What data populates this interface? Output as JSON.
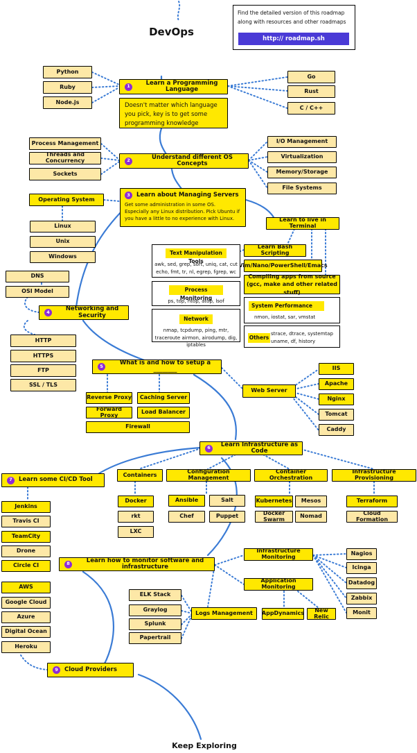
{
  "title": "DevOps",
  "footer": "Keep Exploring",
  "promo": {
    "text": "Find the detailed version of this roadmap along with resources and other roadmaps",
    "link": "http:// roadmap.sh"
  },
  "steps": [
    {
      "num": "1",
      "label": "Learn a Programming Language",
      "desc": "Doesn't matter which language you pick, key is to get some programming knowledge"
    },
    {
      "num": "2",
      "label": "Understand different OS Concepts"
    },
    {
      "num": "3",
      "label": "Learn about Managing Servers",
      "desc": "Get some administration in some OS. Especially any Linux distribution. Pick Ubuntu if you have a little to no experience with Linux."
    },
    {
      "num": "4",
      "label": "Networking and Security"
    },
    {
      "num": "5",
      "label": "What is and how to setup a ________"
    },
    {
      "num": "6",
      "label": "Learn Infrastructure as Code"
    },
    {
      "num": "7",
      "label": "Learn some CI/CD Tool"
    },
    {
      "num": "8",
      "label": "Learn how to monitor software and infrastructure"
    },
    {
      "num": "9",
      "label": "Cloud Providers"
    }
  ],
  "languages_left": [
    "Python",
    "Ruby",
    "Node.js"
  ],
  "languages_right": [
    "Go",
    "Rust",
    "C / C++"
  ],
  "os_left": [
    "Process Management",
    "Threads and Concurrency",
    "Sockets"
  ],
  "os_right": [
    "I/O Management",
    "Virtualization",
    "Memory/Storage",
    "File Systems"
  ],
  "os_systems": {
    "heading": "Operating System",
    "items": [
      "Linux",
      "Unix",
      "Windows"
    ]
  },
  "terminal": {
    "heading": "Learn to live in Terminal",
    "bash": "Learn Bash Scripting",
    "editors": "Vim/Nano/PowerShell/Emacs",
    "compile": "Compiling apps from source (gcc, make and other related stuff)",
    "text_tools": {
      "heading": "Text Manipulation Tools",
      "text": "awk, sed, grep, sort, uniq, cat, cut echo, fmt, tr, nl, egrep, fgrep, wc"
    },
    "process": {
      "heading": "Process Monitoring",
      "text": "ps, top, htop, atop, lsof"
    },
    "network": {
      "heading": "Network",
      "text": "nmap, tcpdump, ping, mtr, traceroute airmon, airodump, dig, iptables"
    },
    "perf": {
      "heading": "System Performance",
      "text": "nmon, iostat, sar, vmstat"
    },
    "others": {
      "heading": "Others",
      "text": "strace, dtrace, systemtap uname, df, history"
    }
  },
  "net_top": [
    "DNS",
    "OSI Model"
  ],
  "net_bottom": [
    "HTTP",
    "HTTPS",
    "FTP",
    "SSL / TLS"
  ],
  "setup_items": [
    "Reverse Proxy",
    "Caching Server",
    "Forward Proxy",
    "Load Balancer",
    "Firewall"
  ],
  "web_server": {
    "heading": "Web Server",
    "items": [
      "IIS",
      "Apache",
      "Nginx",
      "Tomcat",
      "Caddy"
    ]
  },
  "iac": {
    "containers": {
      "heading": "Containers",
      "items": [
        "Docker",
        "rkt",
        "LXC"
      ]
    },
    "config": {
      "heading": "Configuration Management",
      "items": [
        "Ansible",
        "Salt",
        "Chef",
        "Puppet"
      ]
    },
    "orch": {
      "heading": "Container Orchestration",
      "items": [
        "Kubernetes",
        "Mesos",
        "Docker Swarm",
        "Nomad"
      ]
    },
    "prov": {
      "heading": "Infrastructure Provisioning",
      "items": [
        "Terraform",
        "Cloud Formation"
      ]
    }
  },
  "cicd": [
    "Jenkins",
    "Travis CI",
    "TeamCity",
    "Drone",
    "Circle CI"
  ],
  "monitoring": {
    "infra": {
      "heading": "Infrastructure Monitoring",
      "items": [
        "Nagios",
        "Icinga",
        "Datadog",
        "Zabbix",
        "Monit"
      ]
    },
    "app": {
      "heading": "Application Monitoring",
      "items": [
        "AppDynamics",
        "New Relic"
      ]
    },
    "logs": {
      "heading": "Logs Management",
      "items": [
        "ELK Stack",
        "Graylog",
        "Splunk",
        "Papertrail"
      ]
    }
  },
  "clouds": [
    "AWS",
    "Google Cloud",
    "Azure",
    "Digital Ocean",
    "Heroku"
  ]
}
